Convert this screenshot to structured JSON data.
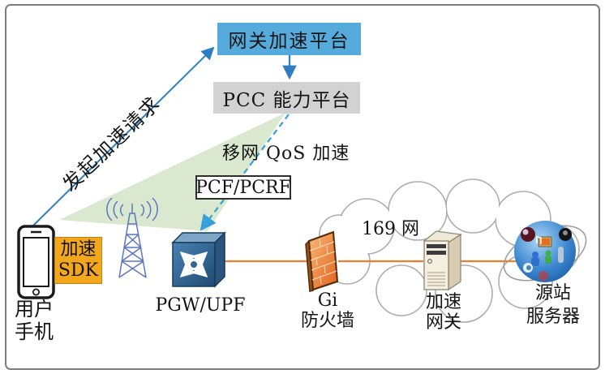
{
  "platform_boxes": {
    "gateway_acceleration": "网关加速平台",
    "pcc_capability": "PCC 能力平台",
    "pcf_pcrf": "PCF/PCRF"
  },
  "flow_labels": {
    "acceleration_request": "发起加速请求",
    "mobile_qos": "移网 QoS 加速",
    "network_169": "169 网"
  },
  "nodes": {
    "user_phone": {
      "lines": [
        "用户",
        "手机"
      ],
      "sdk_badge": [
        "加速",
        "SDK"
      ]
    },
    "pgw_upf": {
      "label": "PGW/UPF"
    },
    "gi_firewall": {
      "lines": [
        "Gi",
        "防火墙"
      ]
    },
    "acceleration_gateway": {
      "lines": [
        "加速",
        "网关"
      ]
    },
    "origin_server": {
      "lines": [
        "源站",
        "服务器"
      ]
    }
  },
  "icons": {
    "phone": "smartphone-icon",
    "tower": "cell-tower-icon",
    "router": "router-icon",
    "firewall": "firewall-icon",
    "server": "server-icon",
    "origin": "media-sphere-icon",
    "cloud": "network-cloud"
  },
  "colors": {
    "gateway_box_bg": "#56abdd",
    "pcc_box_bg": "#d2d2d2",
    "sdk_box_bg": "#f2a71c",
    "beam_green": "#d9e8cf",
    "arrow_blue": "#2d7fc1",
    "dashed_blue": "#38a0d8",
    "data_path_orange": "#ed7d31",
    "cloud_stroke": "#adadad"
  }
}
